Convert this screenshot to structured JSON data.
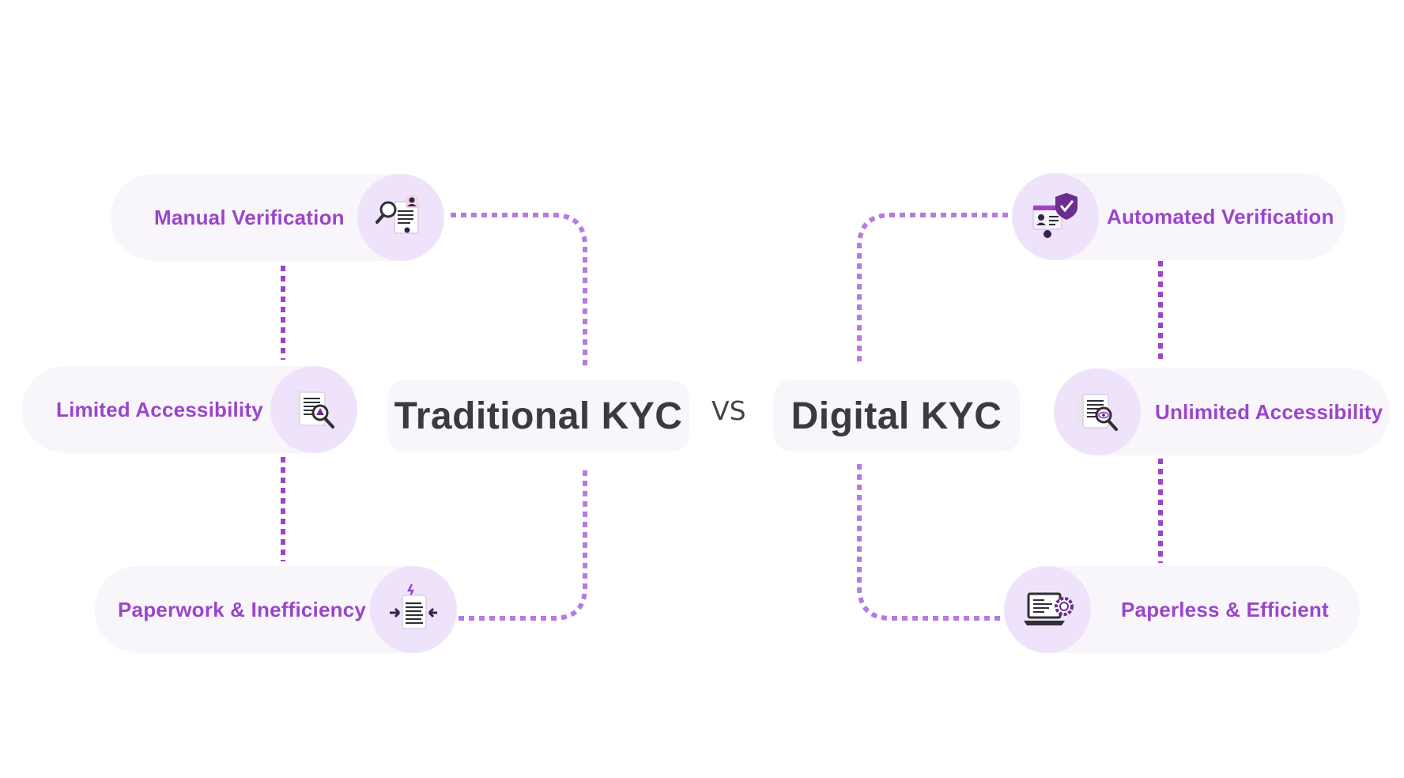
{
  "traditional": {
    "title": "Traditional KYC",
    "items": [
      {
        "label": "Manual Verification",
        "icon": "document-search-icon"
      },
      {
        "label": "Limited Accessibility",
        "icon": "document-warning-icon"
      },
      {
        "label": "Paperwork & Inefficiency",
        "icon": "document-compress-icon"
      }
    ]
  },
  "vs_label": "VS",
  "digital": {
    "title": "Digital KYC",
    "items": [
      {
        "label": "Automated Verification",
        "icon": "id-shield-check-icon"
      },
      {
        "label": "Unlimited Accessibility",
        "icon": "document-view-icon"
      },
      {
        "label": "Paperless & Efficient",
        "icon": "laptop-gear-icon"
      }
    ]
  },
  "colors": {
    "accent": "#9b45c9",
    "connector_dark": "#9b45c9",
    "connector_light": "#b57be0",
    "icon_bg": "#efe3fb",
    "pill_bg": "#f8f6fb",
    "title_text": "#3b3b3f"
  }
}
